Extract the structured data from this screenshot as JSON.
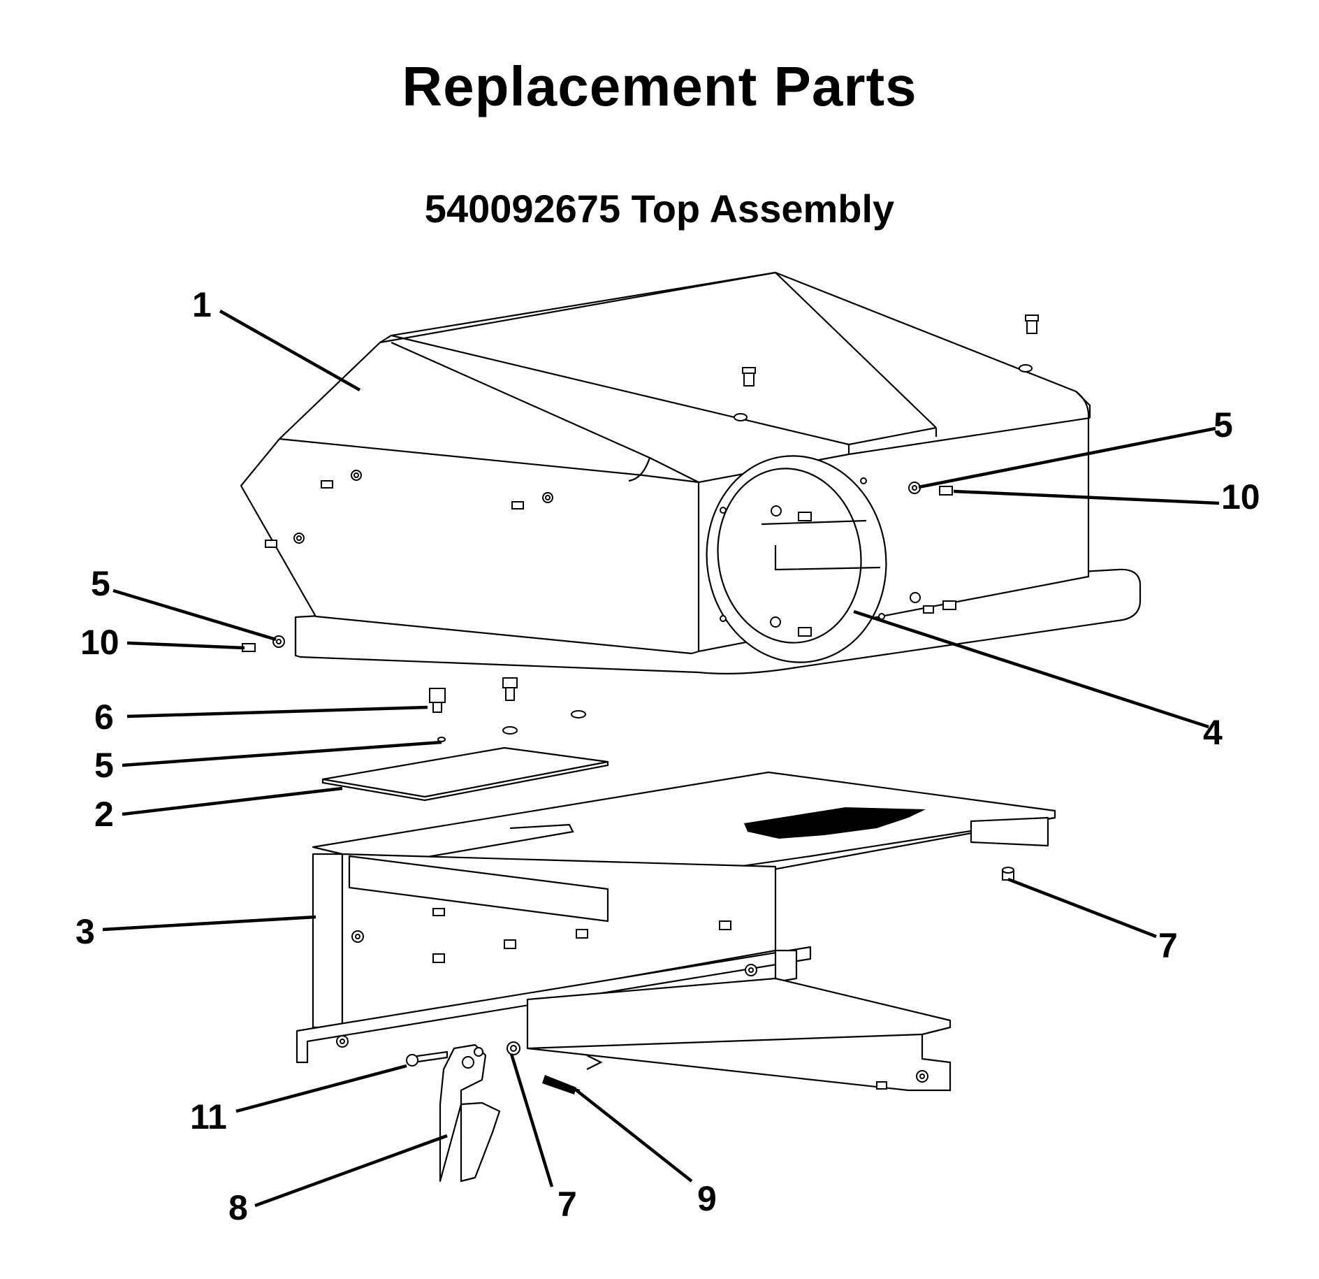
{
  "title": "Replacement Parts",
  "subtitle": "540092675  Top Assembly",
  "callouts": [
    "1",
    "5",
    "10",
    "5",
    "10",
    "4",
    "6",
    "5",
    "2",
    "3",
    "7",
    "11",
    "8",
    "7",
    "9"
  ]
}
